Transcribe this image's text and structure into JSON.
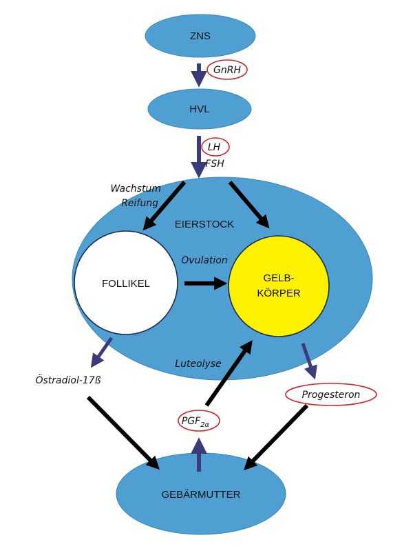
{
  "colors": {
    "organ_fill": "#4f9fd3",
    "organ_stroke": "#3a86bd",
    "follicle_fill": "#ffffff",
    "corpus_luteum_fill": "#fff200",
    "circle_stroke": "#1a2a4a",
    "hormone_arrow": "#3b3a7a",
    "effect_arrow": "#000000",
    "hormone_ring": "#d2232a"
  },
  "nodes": {
    "zns": "ZNS",
    "hvl": "HVL",
    "eierstock": "EIERSTOCK",
    "follikel": "FOLLIKEL",
    "gelbkoerper_line1": "GELB-",
    "gelbkoerper_line2": "KÖRPER",
    "gebaermutter": "GEBÄRMUTTER"
  },
  "hormones": {
    "gnrh": "GnRH",
    "lh": "LH",
    "fsh": "FSH",
    "oestradiol": "Östradiol-17ß",
    "progesteron": "Progesteron",
    "pgf_main": "PGF",
    "pgf_sub": "2α"
  },
  "processes": {
    "wachstum": "Wachstum",
    "reifung": "Reifung",
    "ovulation": "Ovulation",
    "luteolyse": "Luteolyse"
  }
}
